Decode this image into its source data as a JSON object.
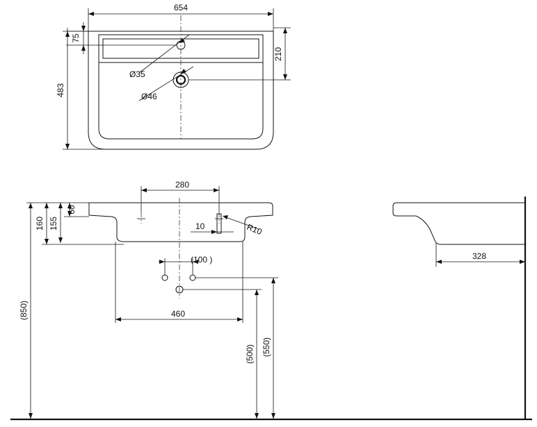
{
  "top_view": {
    "width_label": "654",
    "rim_label": "75",
    "outlet_offset_label": "210",
    "depth_label": "483",
    "tap_hole_label": "Ø35",
    "drain_label": "Ø46"
  },
  "front_view": {
    "tap_spacing_label": "280",
    "rim_height_label": "60",
    "bowl_depth_a_label": "155",
    "bowl_depth_b_label": "160",
    "overall_height_label": "(850)",
    "wall_gap_label": "10",
    "radius_label": "R10",
    "bracket_spacing_label": "(100 )",
    "bracket_width_label": "460",
    "bracket_height_a_label": "(500)",
    "bracket_height_b_label": "(550)"
  },
  "side_view": {
    "projection_label": "328"
  }
}
